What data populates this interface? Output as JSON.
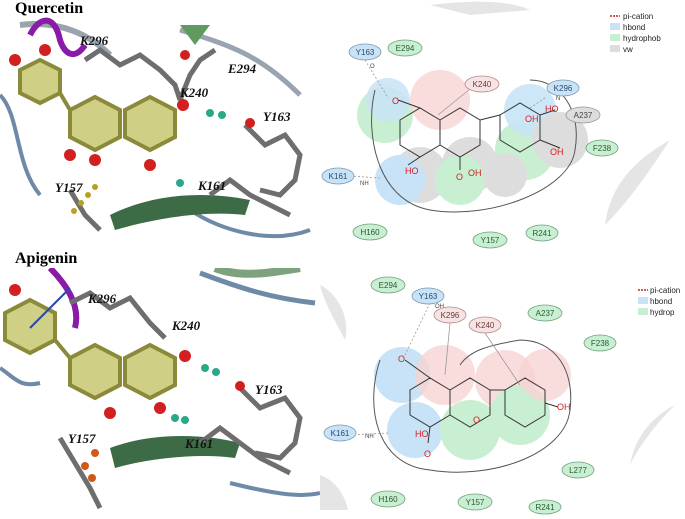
{
  "panels": [
    {
      "title": "Quercetin",
      "residues_3d": [
        "K296",
        "E294",
        "K240",
        "Y163",
        "Y157",
        "K161"
      ],
      "residues_2d": [
        "Y163",
        "E294",
        "K240",
        "K296",
        "A237",
        "F238",
        "K161",
        "H160",
        "Y157",
        "R241"
      ],
      "atoms": [
        "O",
        "OH",
        "HO",
        "OH",
        "OH",
        "O",
        "OH",
        "HO",
        "O",
        "NH",
        "N",
        "O"
      ],
      "legend": [
        "pi-cation",
        "hbond",
        "hydrophob",
        "vw"
      ]
    },
    {
      "title": "Apigenin",
      "residues_3d": [
        "K296",
        "K240",
        "Y163",
        "Y157",
        "K161"
      ],
      "residues_2d": [
        "E294",
        "Y163",
        "K296",
        "K240",
        "A237",
        "F238",
        "K161",
        "L277",
        "H160",
        "Y157",
        "R241"
      ],
      "atoms": [
        "O",
        "OH",
        "HO",
        "O",
        "O",
        "OH",
        "NH"
      ],
      "legend": [
        "pi-cation",
        "hbond",
        "hydrop"
      ]
    }
  ],
  "colors": {
    "ring_fill": "#cfcf86",
    "ring_stroke": "#8a8a3a",
    "oxygen": "#d22020",
    "chain": "#777777",
    "helix": "#8a1aa8",
    "sheet": "#5a8a5a",
    "hbond_dots": "#2aa98a",
    "yellow_dots": "#b9a020",
    "blue_res": "#c8e3f7",
    "green_res": "#c9efd2",
    "grey_res": "#dddddd",
    "red_res": "#f7d3d3"
  }
}
